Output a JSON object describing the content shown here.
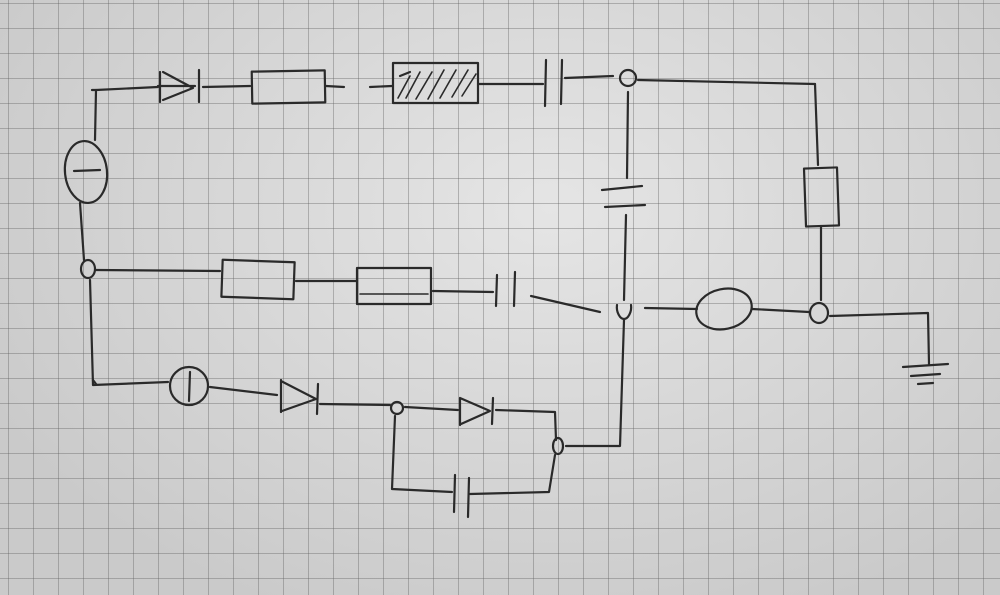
{
  "title": "",
  "ink_color": "#2a2a2a",
  "paper_color": "#d7d7d7",
  "grid_color": "#5f5f5f",
  "components": [
    {
      "kind": "voltage-source"
    },
    {
      "kind": "diode"
    },
    {
      "kind": "resistor"
    },
    {
      "kind": "variable-resistor"
    },
    {
      "kind": "capacitor"
    },
    {
      "kind": "capacitor"
    },
    {
      "kind": "resistor"
    },
    {
      "kind": "resistor"
    },
    {
      "kind": "resistor"
    },
    {
      "kind": "capacitor"
    },
    {
      "kind": "lamp"
    },
    {
      "kind": "current-source"
    },
    {
      "kind": "diode"
    },
    {
      "kind": "diode"
    },
    {
      "kind": "capacitor"
    },
    {
      "kind": "ground"
    }
  ],
  "junctions": 7
}
